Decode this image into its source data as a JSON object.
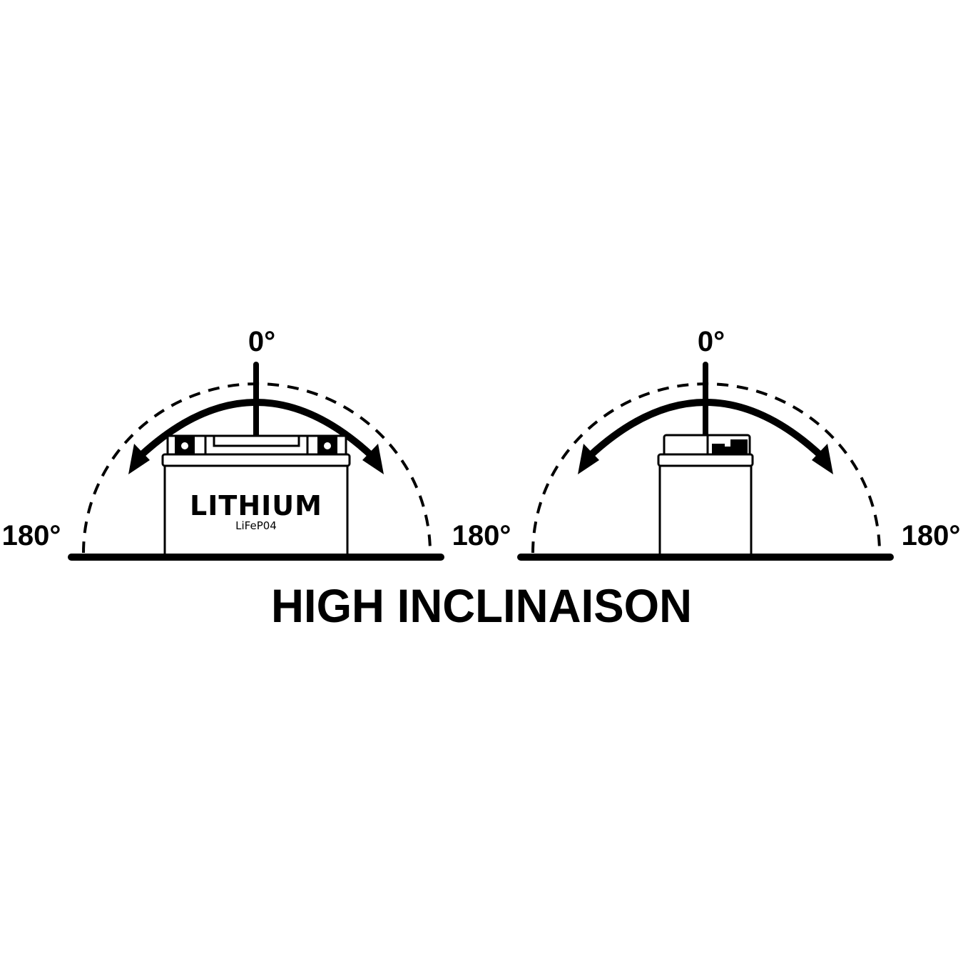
{
  "diagram": {
    "title": "HIGH INCLINAISON",
    "colors": {
      "ink": "#000000",
      "background": "#ffffff"
    },
    "left_panel": {
      "top_angle": "0°",
      "left_angle": "180°",
      "right_angle": "180°",
      "battery_orientation": "front-view",
      "battery_label": "LITHIUM",
      "battery_sublabel": "LiFeP04"
    },
    "right_panel": {
      "top_angle": "0°",
      "left_angle": "180°",
      "right_angle": "180°",
      "battery_orientation": "side-view"
    },
    "icons": [
      "dashed-arc-icon",
      "double-arrow-arc-icon",
      "battery-icon",
      "ground-line-icon"
    ]
  }
}
